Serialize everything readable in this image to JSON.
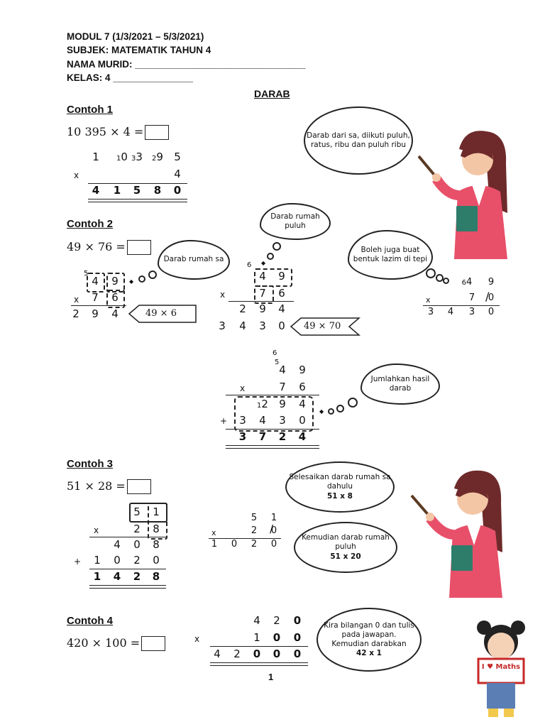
{
  "header": {
    "module": "MODUL 7 (1/3/2021 – 5/3/2021)",
    "subject": "SUBJEK: MATEMATIK TAHUN 4",
    "name": "NAMA MURID: ________________________________",
    "class": "KELAS: 4 _______________"
  },
  "title": "DARAB",
  "examples": {
    "e1": {
      "title": "Contoh 1",
      "equation": "10 395 × 4 =",
      "bubble": "Darab dari sa, diikuti puluh, ratus, ribu dan puluh ribu"
    },
    "e2": {
      "title": "Contoh 2",
      "equation": "49 × 76 =",
      "bubble_sa": "Darab rumah sa",
      "bubble_puluh": "Darab rumah puluh",
      "bubble_lazim": "Boleh juga buat bentuk lazim di tepi",
      "bubble_sum": "Jumlahkan hasil darab",
      "tag1": "49 × 6",
      "tag2": "49 × 70"
    },
    "e3": {
      "title": "Contoh 3",
      "equation": "51 × 28 =",
      "bubble1": "Selesaikan darab rumah sa dahulu",
      "bubble1b": "51 x 8",
      "bubble2": "Kemudian darab rumah puluh",
      "bubble2b": "51 x 20"
    },
    "e4": {
      "title": "Contoh 4",
      "equation": "420 × 100 =",
      "bubble": "Kira bilangan 0 dan tulis pada jawapan. Kemudian darabkan",
      "bubbleb": "42 x 1"
    }
  },
  "symbols": {
    "times": "x",
    "plus": "+"
  },
  "sign_text": "I ♥ Maths",
  "page_number": "1"
}
